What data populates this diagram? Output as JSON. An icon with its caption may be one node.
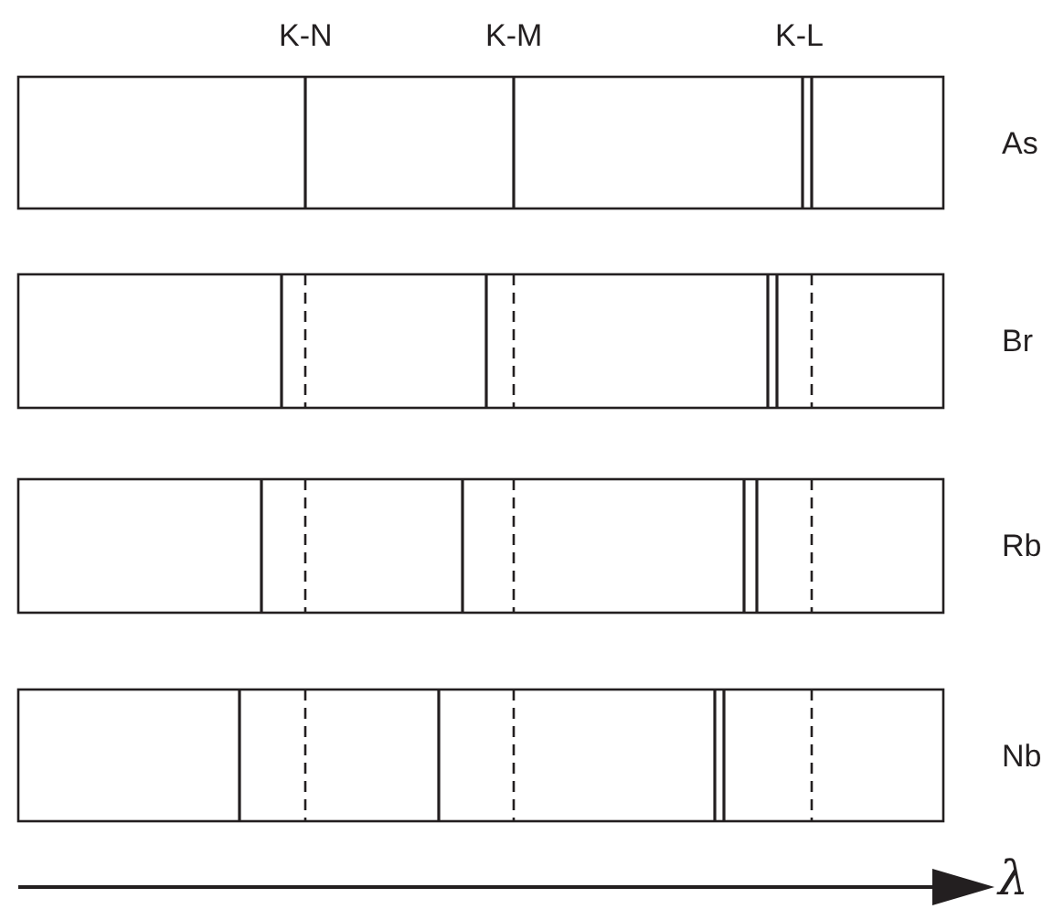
{
  "diagram": {
    "labels": [
      "K-N",
      "K-M",
      "K-L",
      "As",
      "Br",
      "Rb",
      "Nb",
      "λ"
    ]
  }
}
